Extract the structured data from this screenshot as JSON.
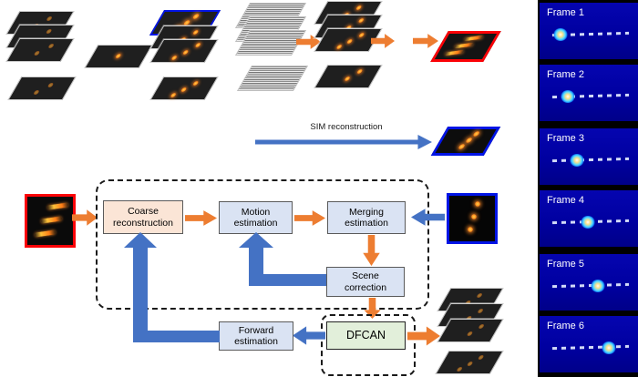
{
  "figure": {
    "background": "#ffffff",
    "colors": {
      "arrow_orange": "#ED7D31",
      "arrow_blue": "#4472C4",
      "red_outline": "#FB0207",
      "blue_outline": "#0014E6",
      "box_coarse_fill": "#FBE5D6",
      "box_blue_fill": "#DAE3F3",
      "box_dfcan_fill": "#E2EFDA",
      "frame_panel_bg": "#0000A0",
      "frame_label_color": "#FFFFFF"
    },
    "annotations": {
      "sim_arrow_label": "SIM reconstruction"
    },
    "flowchart": {
      "boxes": [
        {
          "id": "coarse",
          "label": "Coarse\nreconstruction",
          "fill": "#FBE5D6"
        },
        {
          "id": "motion",
          "label": "Motion\nestimation",
          "fill": "#DAE3F3"
        },
        {
          "id": "merging",
          "label": "Merging\nestimation",
          "fill": "#DAE3F3"
        },
        {
          "id": "scene",
          "label": "Scene\ncorrection",
          "fill": "#DAE3F3"
        },
        {
          "id": "forward",
          "label": "Forward\nestimation",
          "fill": "#DAE3F3"
        },
        {
          "id": "dfcan",
          "label": "DFCAN",
          "fill": "#E2EFDA"
        }
      ]
    },
    "frames": {
      "panels": [
        {
          "label": "Frame 1",
          "spot_x_pct": 21
        },
        {
          "label": "Frame 2",
          "spot_x_pct": 29
        },
        {
          "label": "Frame 3",
          "spot_x_pct": 38
        },
        {
          "label": "Frame 4",
          "spot_x_pct": 49
        },
        {
          "label": "Frame 5",
          "spot_x_pct": 59
        },
        {
          "label": "Frame 6",
          "spot_x_pct": 70
        }
      ]
    }
  }
}
